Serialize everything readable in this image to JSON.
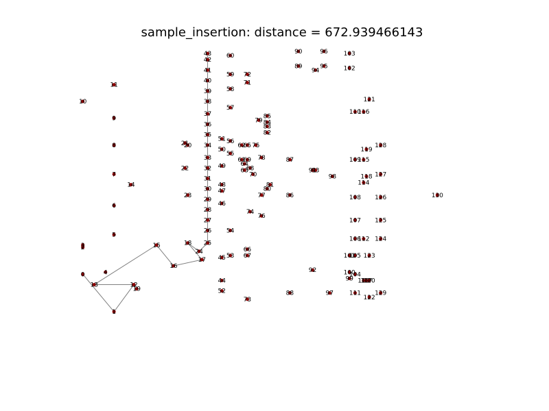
{
  "chart_data": {
    "type": "scatter",
    "title": "sample_insertion: distance = 672.939466143",
    "xlabel": "",
    "ylabel": "",
    "grid": false,
    "axes_visible": false,
    "point_color": "#8b0000",
    "edge_color": "#808080",
    "xlim": [
      0,
      15
    ],
    "ylim": [
      0,
      15
    ],
    "points": [
      {
        "id": "0",
        "x": 0.5,
        "y": 4.2
      },
      {
        "id": "1",
        "x": 1.6,
        "y": 2.4
      },
      {
        "id": "2",
        "x": 0.5,
        "y": 5.5
      },
      {
        "id": "3",
        "x": 0.5,
        "y": 5.6
      },
      {
        "id": "4",
        "x": 1.3,
        "y": 4.3
      },
      {
        "id": "5",
        "x": 1.6,
        "y": 6.1
      },
      {
        "id": "6",
        "x": 1.6,
        "y": 7.5
      },
      {
        "id": "7",
        "x": 1.6,
        "y": 9.0
      },
      {
        "id": "8",
        "x": 1.6,
        "y": 10.4
      },
      {
        "id": "9",
        "x": 1.6,
        "y": 11.7
      },
      {
        "id": "10",
        "x": 0.5,
        "y": 12.5
      },
      {
        "id": "11",
        "x": 1.6,
        "y": 13.3
      },
      {
        "id": "12",
        "x": 2.3,
        "y": 3.7
      },
      {
        "id": "13",
        "x": 0.9,
        "y": 3.7
      },
      {
        "id": "14",
        "x": 2.2,
        "y": 8.5
      },
      {
        "id": "15",
        "x": 3.1,
        "y": 5.6
      },
      {
        "id": "16",
        "x": 3.7,
        "y": 4.6
      },
      {
        "id": "17",
        "x": 4.7,
        "y": 4.9
      },
      {
        "id": "18",
        "x": 4.2,
        "y": 5.7
      },
      {
        "id": "19",
        "x": 2.4,
        "y": 3.5
      },
      {
        "id": "20",
        "x": 4.2,
        "y": 10.4
      },
      {
        "id": "21",
        "x": 4.1,
        "y": 10.5
      },
      {
        "id": "22",
        "x": 4.1,
        "y": 9.3
      },
      {
        "id": "23",
        "x": 4.2,
        "y": 8.0
      },
      {
        "id": "24",
        "x": 4.6,
        "y": 5.3
      },
      {
        "id": "25",
        "x": 4.9,
        "y": 5.7
      },
      {
        "id": "26",
        "x": 4.9,
        "y": 6.3
      },
      {
        "id": "27",
        "x": 4.9,
        "y": 6.8
      },
      {
        "id": "28",
        "x": 4.9,
        "y": 7.3
      },
      {
        "id": "29",
        "x": 4.9,
        "y": 7.8
      },
      {
        "id": "30",
        "x": 4.9,
        "y": 8.3
      },
      {
        "id": "31",
        "x": 4.9,
        "y": 8.8
      },
      {
        "id": "32",
        "x": 4.9,
        "y": 9.3
      },
      {
        "id": "33",
        "x": 4.9,
        "y": 9.8
      },
      {
        "id": "34",
        "x": 4.9,
        "y": 10.4
      },
      {
        "id": "35",
        "x": 4.9,
        "y": 10.9
      },
      {
        "id": "36",
        "x": 4.9,
        "y": 11.4
      },
      {
        "id": "37",
        "x": 4.9,
        "y": 11.9
      },
      {
        "id": "38",
        "x": 4.9,
        "y": 12.5
      },
      {
        "id": "39",
        "x": 4.9,
        "y": 13.0
      },
      {
        "id": "40",
        "x": 4.9,
        "y": 13.5
      },
      {
        "id": "41",
        "x": 4.9,
        "y": 14.0
      },
      {
        "id": "42",
        "x": 4.9,
        "y": 14.5
      },
      {
        "id": "43",
        "x": 4.9,
        "y": 14.8
      },
      {
        "id": "44",
        "x": 5.4,
        "y": 3.9
      },
      {
        "id": "45",
        "x": 5.4,
        "y": 5.0
      },
      {
        "id": "46",
        "x": 5.4,
        "y": 7.6
      },
      {
        "id": "47",
        "x": 5.4,
        "y": 8.2
      },
      {
        "id": "48",
        "x": 5.4,
        "y": 8.5
      },
      {
        "id": "49",
        "x": 5.4,
        "y": 9.4
      },
      {
        "id": "50",
        "x": 5.4,
        "y": 10.2
      },
      {
        "id": "51",
        "x": 5.4,
        "y": 10.7
      },
      {
        "id": "52",
        "x": 5.4,
        "y": 3.4
      },
      {
        "id": "53",
        "x": 5.7,
        "y": 5.1
      },
      {
        "id": "54",
        "x": 5.7,
        "y": 6.3
      },
      {
        "id": "55",
        "x": 5.7,
        "y": 10.0
      },
      {
        "id": "56",
        "x": 5.7,
        "y": 10.6
      },
      {
        "id": "57",
        "x": 5.7,
        "y": 12.2
      },
      {
        "id": "58",
        "x": 5.7,
        "y": 13.1
      },
      {
        "id": "59",
        "x": 5.7,
        "y": 13.8
      },
      {
        "id": "60",
        "x": 5.7,
        "y": 14.7
      },
      {
        "id": "61",
        "x": 6.1,
        "y": 9.7
      },
      {
        "id": "62",
        "x": 6.1,
        "y": 10.4
      },
      {
        "id": "63",
        "x": 6.2,
        "y": 9.2
      },
      {
        "id": "64",
        "x": 6.2,
        "y": 9.5
      },
      {
        "id": "65",
        "x": 6.3,
        "y": 10.4
      },
      {
        "id": "66",
        "x": 6.3,
        "y": 5.4
      },
      {
        "id": "67",
        "x": 6.3,
        "y": 5.1
      },
      {
        "id": "68",
        "x": 6.4,
        "y": 9.3
      },
      {
        "id": "69",
        "x": 6.3,
        "y": 9.7
      },
      {
        "id": "70",
        "x": 6.5,
        "y": 9.0
      },
      {
        "id": "71",
        "x": 6.3,
        "y": 13.4
      },
      {
        "id": "72",
        "x": 6.3,
        "y": 13.8
      },
      {
        "id": "73",
        "x": 6.3,
        "y": 3.0
      },
      {
        "id": "74",
        "x": 6.4,
        "y": 7.2
      },
      {
        "id": "75",
        "x": 6.6,
        "y": 10.4
      },
      {
        "id": "76",
        "x": 6.8,
        "y": 7.0
      },
      {
        "id": "77",
        "x": 6.8,
        "y": 8.0
      },
      {
        "id": "78",
        "x": 6.8,
        "y": 9.8
      },
      {
        "id": "79",
        "x": 6.7,
        "y": 11.6
      },
      {
        "id": "80",
        "x": 7.0,
        "y": 8.3
      },
      {
        "id": "81",
        "x": 7.1,
        "y": 8.5
      },
      {
        "id": "82",
        "x": 7.0,
        "y": 11.0
      },
      {
        "id": "83",
        "x": 7.0,
        "y": 11.3
      },
      {
        "id": "84",
        "x": 7.0,
        "y": 11.5
      },
      {
        "id": "85",
        "x": 7.0,
        "y": 11.8
      },
      {
        "id": "86",
        "x": 7.8,
        "y": 8.0
      },
      {
        "id": "87",
        "x": 7.8,
        "y": 9.7
      },
      {
        "id": "88",
        "x": 7.8,
        "y": 3.3
      },
      {
        "id": "89",
        "x": 8.1,
        "y": 14.2
      },
      {
        "id": "90",
        "x": 8.1,
        "y": 14.9
      },
      {
        "id": "91",
        "x": 8.6,
        "y": 9.2
      },
      {
        "id": "92",
        "x": 8.6,
        "y": 4.4
      },
      {
        "id": "93",
        "x": 8.7,
        "y": 9.2
      },
      {
        "id": "94",
        "x": 8.7,
        "y": 14.0
      },
      {
        "id": "95",
        "x": 9.0,
        "y": 14.2
      },
      {
        "id": "96",
        "x": 9.0,
        "y": 14.9
      },
      {
        "id": "97",
        "x": 9.2,
        "y": 3.3
      },
      {
        "id": "98",
        "x": 9.3,
        "y": 8.9
      },
      {
        "id": "99",
        "x": 9.9,
        "y": 4.0
      },
      {
        "id": "100",
        "x": 9.9,
        "y": 4.3
      },
      {
        "id": "101",
        "x": 9.9,
        "y": 5.1
      },
      {
        "id": "102",
        "x": 9.9,
        "y": 14.1
      },
      {
        "id": "103",
        "x": 9.9,
        "y": 14.8
      },
      {
        "id": "104",
        "x": 10.1,
        "y": 4.2
      },
      {
        "id": "105",
        "x": 10.1,
        "y": 5.1
      },
      {
        "id": "106",
        "x": 10.1,
        "y": 5.9
      },
      {
        "id": "107",
        "x": 10.1,
        "y": 6.8
      },
      {
        "id": "108",
        "x": 10.1,
        "y": 7.9
      },
      {
        "id": "109",
        "x": 10.1,
        "y": 9.7
      },
      {
        "id": "110",
        "x": 10.1,
        "y": 12.0
      },
      {
        "id": "111",
        "x": 10.1,
        "y": 3.3
      },
      {
        "id": "112",
        "x": 10.4,
        "y": 5.9
      },
      {
        "id": "113",
        "x": 10.4,
        "y": 3.9
      },
      {
        "id": "114",
        "x": 10.4,
        "y": 8.6
      },
      {
        "id": "115",
        "x": 10.4,
        "y": 9.7
      },
      {
        "id": "116",
        "x": 10.4,
        "y": 12.0
      },
      {
        "id": "117",
        "x": 10.5,
        "y": 3.9
      },
      {
        "id": "118",
        "x": 10.5,
        "y": 8.9
      },
      {
        "id": "119",
        "x": 10.5,
        "y": 10.2
      },
      {
        "id": "120",
        "x": 10.6,
        "y": 3.9
      },
      {
        "id": "121",
        "x": 10.6,
        "y": 12.6
      },
      {
        "id": "122",
        "x": 10.6,
        "y": 3.1
      },
      {
        "id": "123",
        "x": 10.6,
        "y": 5.1
      },
      {
        "id": "124",
        "x": 11.0,
        "y": 5.9
      },
      {
        "id": "125",
        "x": 11.0,
        "y": 6.8
      },
      {
        "id": "126",
        "x": 11.0,
        "y": 7.9
      },
      {
        "id": "127",
        "x": 11.0,
        "y": 9.0
      },
      {
        "id": "128",
        "x": 11.0,
        "y": 10.4
      },
      {
        "id": "129",
        "x": 11.0,
        "y": 3.3
      },
      {
        "id": "130",
        "x": 13.0,
        "y": 8.0
      }
    ],
    "tour": [
      "0",
      "1",
      "12",
      "13",
      "15",
      "16",
      "17",
      "18",
      "24",
      "25",
      "26",
      "27",
      "28",
      "29",
      "30",
      "31",
      "32",
      "33",
      "34",
      "35",
      "36",
      "37",
      "38",
      "39",
      "40",
      "41",
      "42",
      "43"
    ]
  }
}
